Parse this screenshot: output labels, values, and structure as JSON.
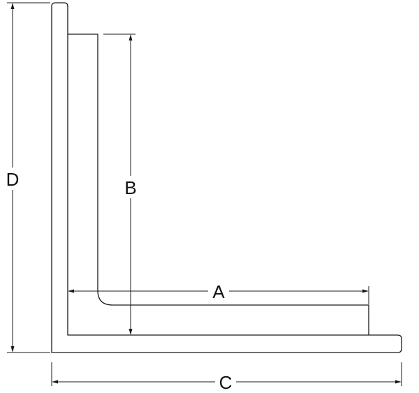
{
  "diagram": {
    "dimension_labels": {
      "a": "A",
      "b": "B",
      "c": "C",
      "d": "D"
    }
  }
}
